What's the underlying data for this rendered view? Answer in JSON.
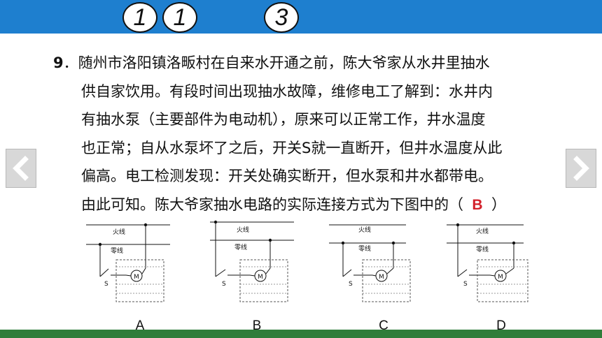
{
  "header": {
    "numbers": [
      "1",
      "1",
      "3"
    ]
  },
  "question": {
    "number": "9",
    "lines": [
      "随州市洛阳镇洛畈村在自来水开通之前，陈大爷家从水井里抽水",
      "供自家饮用。有段时间出现抽水故障，维修电工了解到：水井内",
      "有抽水泵（主要部件为电动机），原来可以正常工作，井水温度",
      "也正常；自从水泵坏了之后，开关S就一直断开，但井水温度从此",
      "偏高。电工检测发现：开关处确实断开，但水泵和井水都带电。"
    ],
    "last_line": "由此可知。陈大爷家抽水电路的实际连接方式为下图中的（",
    "answer": "B",
    "closing": "）"
  },
  "diagrams": {
    "live_wire": "火线",
    "neutral_wire": "零线",
    "switch_label": "S",
    "motor_label": "M",
    "options": [
      "A",
      "B",
      "C",
      "D"
    ]
  },
  "nav": {
    "prev_icon": "chevron-left-icon",
    "next_icon": "chevron-right-icon"
  },
  "colors": {
    "top_bar": "#1e7fcf",
    "bottom_bar": "#2f7d3a",
    "answer": "#d3202a"
  }
}
